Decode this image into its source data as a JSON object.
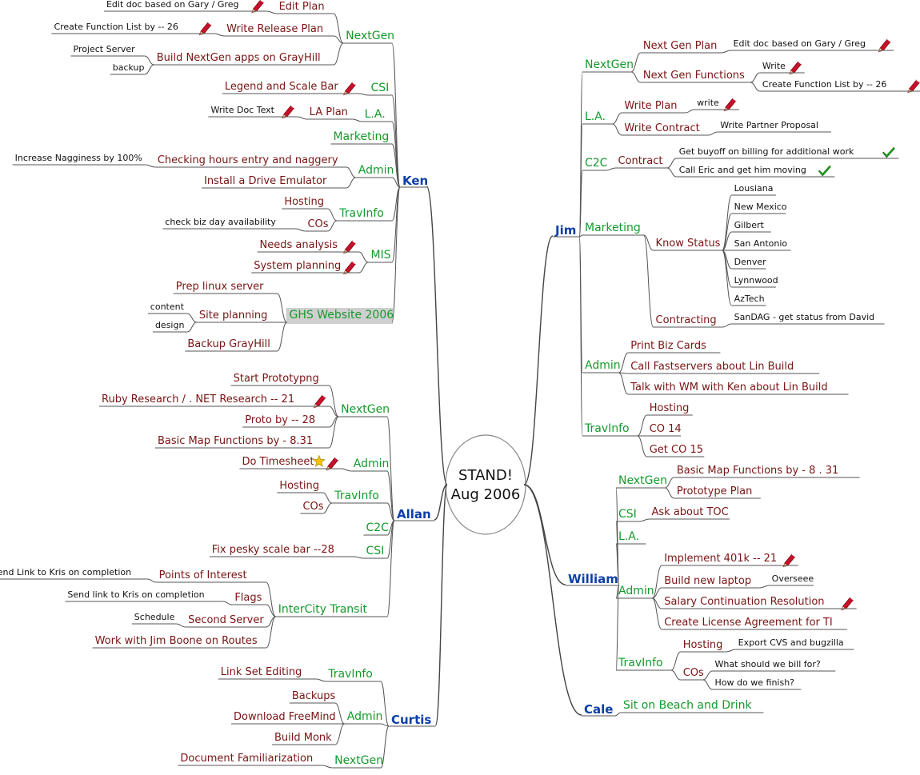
{
  "root": {
    "label": "STAND!\nAug 2006"
  },
  "people": [
    {
      "name": "Ken",
      "side": "left",
      "topics": [
        {
          "label": "NextGen",
          "items": [
            {
              "label": "Edit Plan",
              "sub": [
                {
                  "label": "Edit doc based on Gary / Greg",
                  "icon": "pencil"
                }
              ]
            },
            {
              "label": "Write Release Plan",
              "sub": [
                {
                  "label": "Create Function List by -- 26",
                  "icon": "pencil"
                }
              ]
            },
            {
              "label": "Build NextGen apps on GrayHill",
              "sub": [
                {
                  "label": "Project Server"
                },
                {
                  "label": "backup"
                }
              ]
            }
          ]
        },
        {
          "label": "CSI",
          "items": [
            {
              "label": "Legend and Scale Bar",
              "icon": "pencil"
            }
          ]
        },
        {
          "label": "L.A.",
          "items": [
            {
              "label": "LA Plan",
              "sub": [
                {
                  "label": "Write Doc Text",
                  "icon": "pencil"
                }
              ]
            }
          ]
        },
        {
          "label": "Marketing",
          "items": []
        },
        {
          "label": "Admin",
          "items": [
            {
              "label": "Checking hours entry and naggery",
              "sub": [
                {
                  "label": "Increase Nagginess by 100%"
                }
              ]
            },
            {
              "label": "Install a Drive Emulator"
            }
          ]
        },
        {
          "label": "TravInfo",
          "items": [
            {
              "label": "Hosting"
            },
            {
              "label": "COs",
              "sub": [
                {
                  "label": "check biz day availability"
                }
              ]
            }
          ]
        },
        {
          "label": "MIS",
          "items": [
            {
              "label": "Needs analysis",
              "icon": "pencil"
            },
            {
              "label": "System planning",
              "icon": "pencil"
            }
          ]
        },
        {
          "label": "GHS Website 2006",
          "highlight": true,
          "items": [
            {
              "label": "Prep linux server"
            },
            {
              "label": "Site planning",
              "sub": [
                {
                  "label": "content"
                },
                {
                  "label": "design"
                }
              ]
            },
            {
              "label": "Backup GrayHill"
            }
          ]
        }
      ]
    },
    {
      "name": "Allan",
      "side": "left",
      "topics": [
        {
          "label": "NextGen",
          "items": [
            {
              "label": "Start Prototypng"
            },
            {
              "label": "Ruby Research / . NET Research -- 21",
              "icon": "pencil"
            },
            {
              "label": "Proto by -- 28"
            },
            {
              "label": "Basic Map Functions by - 8.31"
            }
          ]
        },
        {
          "label": "Admin",
          "items": [
            {
              "label": "Do Timesheet",
              "icon": "star-pencil"
            }
          ]
        },
        {
          "label": "TravInfo",
          "items": [
            {
              "label": "Hosting"
            },
            {
              "label": "COs"
            }
          ]
        },
        {
          "label": "C2C",
          "items": []
        },
        {
          "label": "CSI",
          "items": [
            {
              "label": "Fix pesky scale bar --28"
            }
          ]
        },
        {
          "label": "InterCity Transit",
          "items": [
            {
              "label": "Points of Interest",
              "sub": [
                {
                  "label": "Send Link to Kris on completion"
                }
              ]
            },
            {
              "label": "Flags",
              "sub": [
                {
                  "label": "Send link to Kris on completion"
                }
              ]
            },
            {
              "label": "Second Server",
              "sub": [
                {
                  "label": "Schedule"
                }
              ]
            },
            {
              "label": "Work with Jim Boone on Routes"
            }
          ]
        }
      ]
    },
    {
      "name": "Curtis",
      "side": "left",
      "topics": [
        {
          "label": "TravInfo",
          "items": [
            {
              "label": "Link Set Editing"
            }
          ]
        },
        {
          "label": "Admin",
          "items": [
            {
              "label": "Backups"
            },
            {
              "label": "Download FreeMind"
            },
            {
              "label": "Build Monk"
            }
          ]
        },
        {
          "label": "NextGen",
          "items": [
            {
              "label": "Document Familiarization"
            }
          ]
        }
      ]
    },
    {
      "name": "Jim",
      "side": "right",
      "topics": [
        {
          "label": "NextGen",
          "items": [
            {
              "label": "Next Gen Plan",
              "sub": [
                {
                  "label": "Edit doc based on Gary / Greg",
                  "icon": "pencil"
                }
              ]
            },
            {
              "label": "Next Gen Functions",
              "sub": [
                {
                  "label": "Write",
                  "icon": "pencil"
                },
                {
                  "label": "Create Function List by -- 26",
                  "icon": "pencil"
                }
              ]
            }
          ]
        },
        {
          "label": "L.A.",
          "items": [
            {
              "label": "Write Plan",
              "sub": [
                {
                  "label": "write",
                  "icon": "pencil"
                }
              ]
            },
            {
              "label": "Write Contract",
              "sub": [
                {
                  "label": "Write Partner Proposal"
                }
              ]
            }
          ]
        },
        {
          "label": "C2C",
          "items": [
            {
              "label": "Contract",
              "sub": [
                {
                  "label": "Get buyoff on billing for additional work",
                  "icon": "check"
                },
                {
                  "label": "Call Eric and get him moving",
                  "icon": "check"
                }
              ]
            }
          ]
        },
        {
          "label": "Marketing",
          "items": [
            {
              "label": "Know Status",
              "sub": [
                {
                  "label": "Lousiana"
                },
                {
                  "label": "New Mexico"
                },
                {
                  "label": "Gilbert"
                },
                {
                  "label": "San Antonio"
                },
                {
                  "label": "Denver"
                },
                {
                  "label": "Lynnwood"
                },
                {
                  "label": "AzTech"
                }
              ]
            },
            {
              "label": "Contracting",
              "sub": [
                {
                  "label": "SanDAG - get status from David"
                }
              ]
            }
          ]
        },
        {
          "label": "Admin",
          "items": [
            {
              "label": "Print Biz Cards"
            },
            {
              "label": "Call Fastservers about Lin Build"
            },
            {
              "label": "Talk with WM with Ken about Lin Build"
            }
          ]
        },
        {
          "label": "TravInfo",
          "items": [
            {
              "label": "Hosting"
            },
            {
              "label": "CO 14"
            },
            {
              "label": "Get CO 15"
            }
          ]
        }
      ]
    },
    {
      "name": "William",
      "side": "right",
      "topics": [
        {
          "label": "NextGen",
          "items": [
            {
              "label": "Basic Map Functions by - 8 . 31"
            },
            {
              "label": "Prototype Plan"
            }
          ]
        },
        {
          "label": "CSI",
          "items": [
            {
              "label": "Ask about TOC"
            }
          ]
        },
        {
          "label": "L.A.",
          "items": []
        },
        {
          "label": "Admin",
          "items": [
            {
              "label": "Implement 401k -- 21",
              "icon": "pencil"
            },
            {
              "label": "Build new laptop",
              "sub": [
                {
                  "label": "Overseee"
                }
              ]
            },
            {
              "label": "Salary Continuation Resolution",
              "icon": "pencil"
            },
            {
              "label": "Create License Agreement for TI"
            }
          ]
        },
        {
          "label": "TravInfo",
          "items": [
            {
              "label": "Hosting",
              "sub": [
                {
                  "label": "Export CVS and bugzilla"
                }
              ]
            },
            {
              "label": "COs",
              "sub": [
                {
                  "label": "What should we bill for?"
                },
                {
                  "label": "How do we finish?"
                }
              ]
            }
          ]
        }
      ]
    },
    {
      "name": "Cale",
      "side": "right",
      "topics": [
        {
          "label": "Sit on Beach and Drink",
          "items": []
        }
      ]
    }
  ],
  "colors": {
    "person": "#0d3fa6",
    "topic": "#159a2c",
    "task": "#7a1414",
    "detail": "#111111",
    "highlight_bg": "#cfcfcf"
  }
}
